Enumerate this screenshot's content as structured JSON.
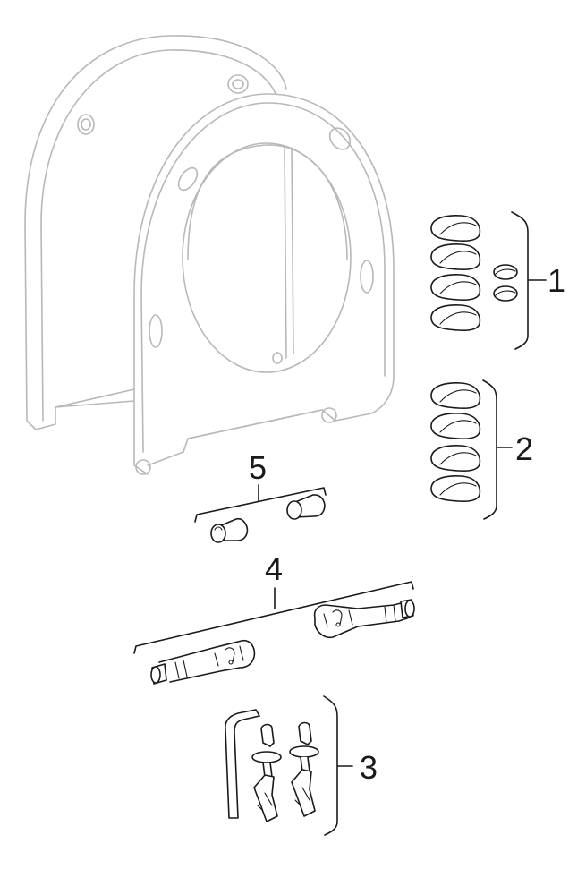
{
  "callouts": {
    "part1": "1",
    "part2": "2",
    "part3": "3",
    "part4": "4",
    "part5": "5"
  },
  "colors": {
    "ink": "#1a1a1a",
    "faint": "#b8b8b8",
    "background": "#ffffff"
  }
}
